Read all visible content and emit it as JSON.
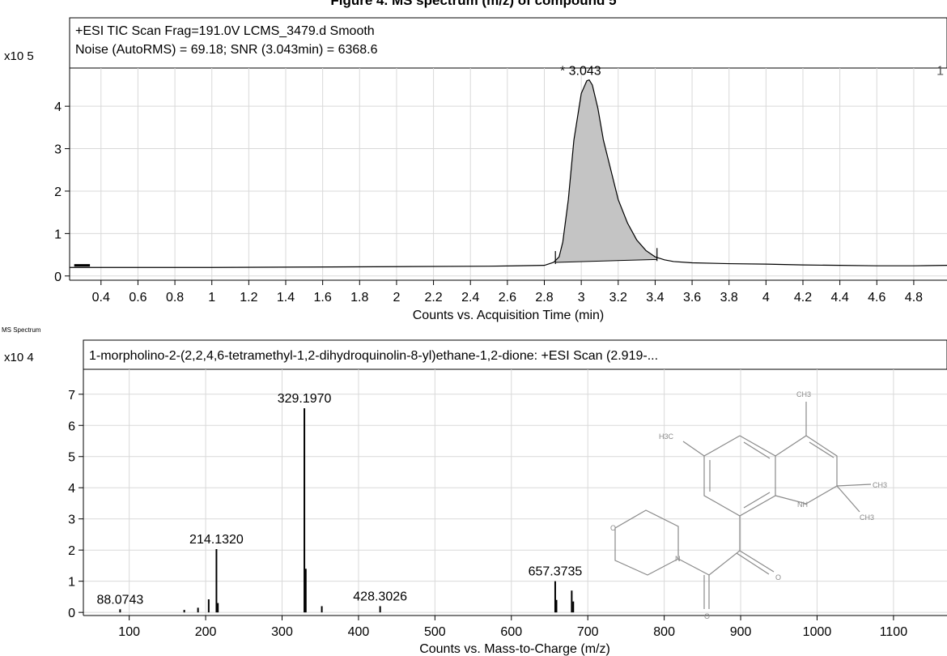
{
  "figure_title": "Figure 4. MS spectrum (m/z) of compound 5",
  "panel_label_ms": "MS Spectrum",
  "chart_data": [
    {
      "type": "area",
      "info_lines": [
        "+ESI TIC Scan Frag=191.0V LCMS_3479.d  Smooth",
        "Noise (AutoRMS) = 69.18; SNR (3.043min) = 6368.6"
      ],
      "y_exponent": "x10 5",
      "xlabel": "Counts vs. Acquisition Time (min)",
      "xlim": [
        0.23,
        4.98
      ],
      "ylim": [
        -0.1,
        4.9
      ],
      "xticks": [
        0.4,
        0.6,
        0.8,
        1,
        1.2,
        1.4,
        1.6,
        1.8,
        2,
        2.2,
        2.4,
        2.6,
        2.8,
        3,
        3.2,
        3.4,
        3.6,
        3.8,
        4,
        4.2,
        4.4,
        4.6,
        4.8
      ],
      "xtick_labels": [
        "0.4",
        "0.6",
        "0.8",
        "1",
        "1.2",
        "1.4",
        "1.6",
        "1.8",
        "2",
        "2.2",
        "2.4",
        "2.6",
        "2.8",
        "3",
        "3.2",
        "3.4",
        "3.6",
        "3.8",
        "4",
        "4.2",
        "4.4",
        "4.6",
        "4.8"
      ],
      "yticks": [
        0,
        1,
        2,
        3,
        4
      ],
      "ytick_labels": [
        "0",
        "1",
        "2",
        "3",
        "4"
      ],
      "grid": true,
      "trace": {
        "x": [
          0.23,
          0.3,
          0.5,
          1.0,
          1.5,
          2.0,
          2.5,
          2.8,
          2.85,
          2.88,
          2.9,
          2.93,
          2.96,
          3.0,
          3.03,
          3.043,
          3.06,
          3.09,
          3.12,
          3.16,
          3.2,
          3.25,
          3.3,
          3.35,
          3.4,
          3.45,
          3.5,
          3.6,
          3.8,
          4.0,
          4.2,
          4.4,
          4.6,
          4.8,
          4.98
        ],
        "y": [
          0.2,
          0.2,
          0.2,
          0.2,
          0.21,
          0.22,
          0.23,
          0.25,
          0.32,
          0.45,
          0.8,
          1.8,
          3.2,
          4.3,
          4.6,
          4.62,
          4.5,
          3.95,
          3.2,
          2.5,
          1.8,
          1.25,
          0.85,
          0.6,
          0.45,
          0.38,
          0.34,
          0.31,
          0.29,
          0.28,
          0.26,
          0.25,
          0.24,
          0.24,
          0.25
        ]
      },
      "integrated_peak": {
        "start": 2.86,
        "end": 3.41,
        "baseline_start": 0.32,
        "baseline_end": 0.39
      },
      "peak_label": "* 3.043",
      "peak_label_x": 3.043,
      "peak_label_y": 4.62,
      "peak_number": "1",
      "start_marker": {
        "x0": 0.255,
        "x1": 0.34,
        "y": 0.25
      }
    },
    {
      "type": "bar",
      "info_line": "1-morpholino-2-(2,2,4,6-tetramethyl-1,2-dihydroquinolin-8-yl)ethane-1,2-dione: +ESI Scan (2.919-...",
      "y_exponent": "x10 4",
      "xlabel": "Counts vs. Mass-to-Charge (m/z)",
      "xlim": [
        40,
        1170
      ],
      "ylim": [
        -0.1,
        7.8
      ],
      "xticks": [
        100,
        200,
        300,
        400,
        500,
        600,
        700,
        800,
        900,
        1000,
        1100
      ],
      "xtick_labels": [
        "100",
        "200",
        "300",
        "400",
        "500",
        "600",
        "700",
        "800",
        "900",
        "1000",
        "1100"
      ],
      "yticks": [
        0,
        1,
        2,
        3,
        4,
        5,
        6,
        7
      ],
      "ytick_labels": [
        "0",
        "1",
        "2",
        "3",
        "4",
        "5",
        "6",
        "7"
      ],
      "grid": true,
      "peaks": {
        "mz": [
          88.0743,
          172,
          190,
          204,
          214.132,
          216,
          329.197,
          331,
          352,
          428.3026,
          657.3735,
          659,
          679,
          681
        ],
        "intensity": [
          0.1,
          0.08,
          0.15,
          0.42,
          2.03,
          0.3,
          6.55,
          1.4,
          0.2,
          0.2,
          1.0,
          0.4,
          0.7,
          0.35
        ]
      },
      "peak_labels": [
        {
          "text": "88.0743",
          "mz": 88.0743,
          "intensity": 0.1
        },
        {
          "text": "214.1320",
          "mz": 214.132,
          "intensity": 2.03
        },
        {
          "text": "329.1970",
          "mz": 329.197,
          "intensity": 6.55
        },
        {
          "text": "428.3026",
          "mz": 428.3026,
          "intensity": 0.2
        },
        {
          "text": "657.3735",
          "mz": 657.3735,
          "intensity": 1.0
        }
      ],
      "structure_labels": {
        "ch3_top": "CH3",
        "h3c": "H3C",
        "ch3_right": "CH3",
        "ch3_lower": "CH3",
        "nh": "NH",
        "o_ring": "O",
        "n_amide": "N",
        "o_keto": "O",
        "o_amide": "O"
      }
    }
  ]
}
